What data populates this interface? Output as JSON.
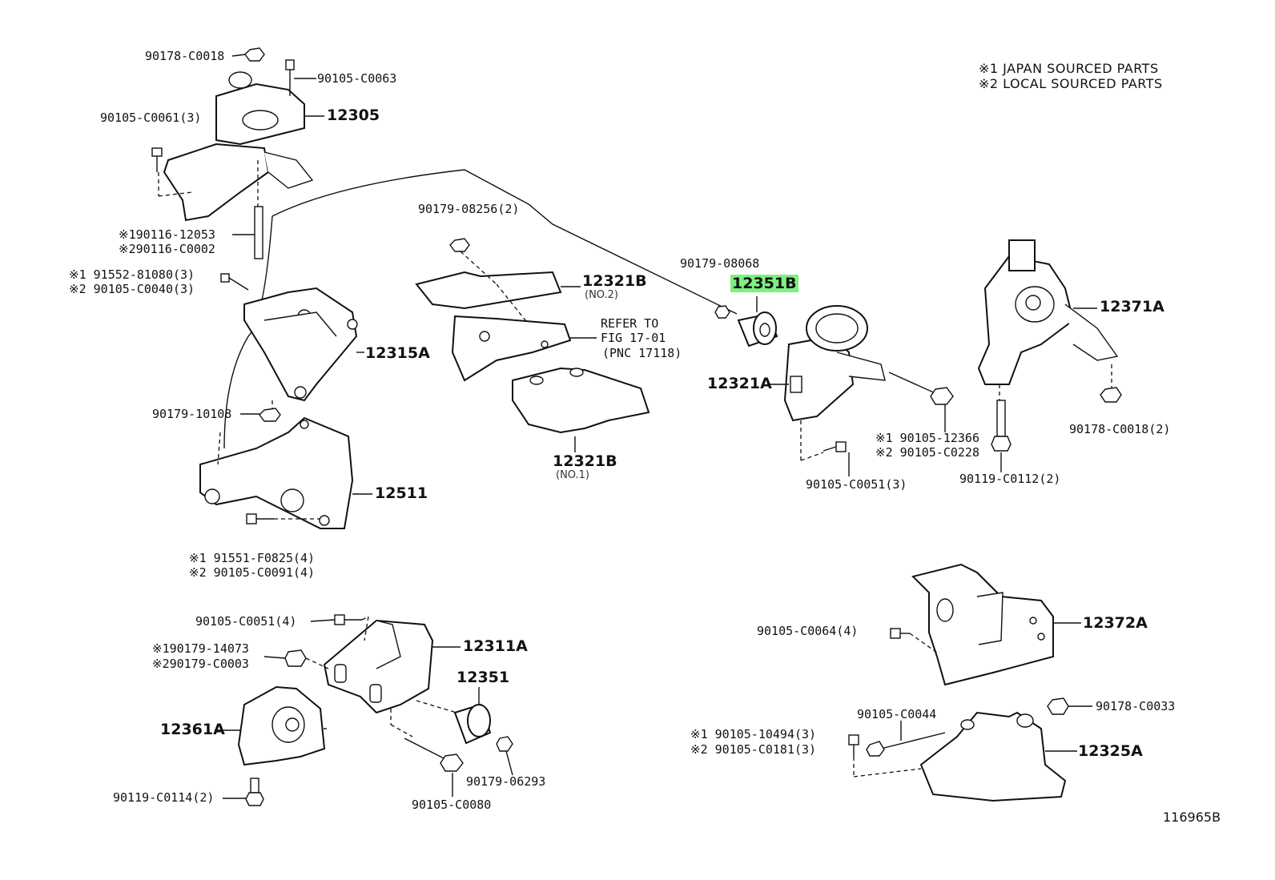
{
  "legend": {
    "line1": "※1 JAPAN SOURCED PARTS",
    "line2": "※2 LOCAL SOURCED PARTS"
  },
  "figure_number": "116965B",
  "highlight_color": "#7ef07e",
  "labels": {
    "l_90178_C0018_top": "90178-C0018",
    "l_90105_C0063": "90105-C0063",
    "l_12305": "12305",
    "l_90105_C0061": "90105-C0061(3)",
    "l_190116_12053": "※190116-12053",
    "l_290116_C0002": "※290116-C0002",
    "l_91552_81080": "※1 91552-81080(3)",
    "l_90105_C0040": "※2 90105-C0040(3)",
    "l_12315A": "12315A",
    "l_90179_10108": "90179-10108",
    "l_12511": "12511",
    "l_91551_F0825": "※1 91551-F0825(4)",
    "l_90105_C0091": "※2 90105-C0091(4)",
    "l_90179_08256": "90179-08256(2)",
    "l_12321B_no2": "12321B",
    "l_no2": "(NO.2)",
    "l_refer1": "REFER TO",
    "l_refer2": "FIG 17-01",
    "l_refer3": "(PNC 17118)",
    "l_12321B_no1": "12321B",
    "l_no1": "(NO.1)",
    "l_90179_08068": "90179-08068",
    "l_12351B": "12351B",
    "l_12321A": "12321A",
    "l_190105_12366": "※1 90105-12366",
    "l_290105_C0228": "※2 90105-C0228",
    "l_90105_C0051_mid": "90105-C0051(3)",
    "l_12371A": "12371A",
    "l_90178_C0018_right": "90178-C0018(2)",
    "l_90119_C0112": "90119-C0112(2)",
    "l_90105_C0051_low": "90105-C0051(4)",
    "l_190179_14073": "※190179-14073",
    "l_290179_C0003": "※290179-C0003",
    "l_12311A": "12311A",
    "l_12351": "12351",
    "l_12361A": "12361A",
    "l_90179_06293": "90179-06293",
    "l_90105_C0080": "90105-C0080",
    "l_90119_C0114": "90119-C0114(2)",
    "l_90105_C0064": "90105-C0064(4)",
    "l_12372A": "12372A",
    "l_90105_C0044": "90105-C0044",
    "l_90178_C0033": "90178-C0033",
    "l_190105_10494": "※1 90105-10494(3)",
    "l_290105_C0181": "※2 90105-C0181(3)",
    "l_12325A": "12325A"
  }
}
